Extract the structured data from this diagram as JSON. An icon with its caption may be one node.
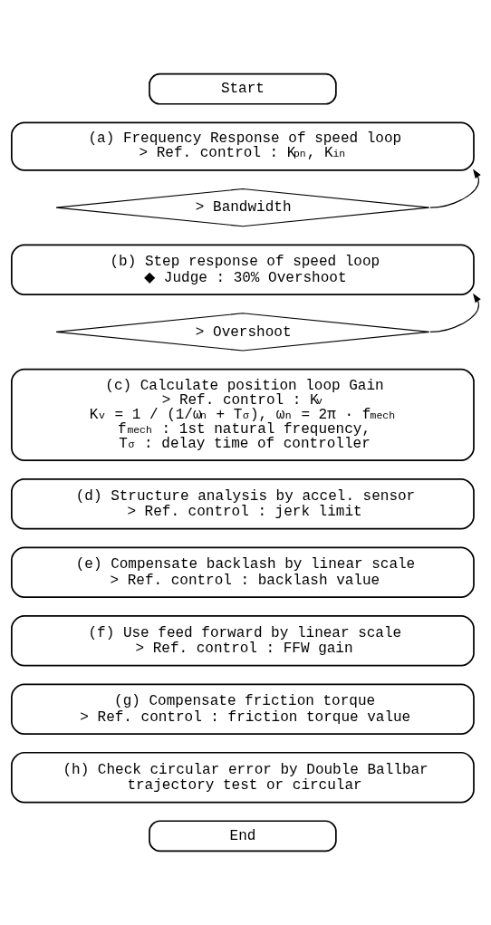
{
  "diagram": {
    "nodes": [
      {
        "text": [
          "Start"
        ]
      },
      {
        "text": [
          "(a) Frequency Response of speed loop",
          "> Ref. control : K$_{pn}$, K$_{in}$"
        ]
      },
      {
        "text": [
          "> Bandwidth"
        ]
      },
      {
        "text": [
          "(b) Step response of speed loop",
          "◆ Judge : 30% Overshoot"
        ]
      },
      {
        "text": [
          "> Overshoot"
        ]
      },
      {
        "text": [
          "(c) Calculate position loop Gain",
          "> Ref. control : K$_{v}$",
          "K$_{v}$ = 1 / (1/ω$_{n}$ + T$_{σ}$), ω$_{n}$ = 2π · f$_{mech}$",
          "f$_{mech}$ : 1st natural frequency,",
          "T$_{σ}$ : delay time of controller"
        ]
      },
      {
        "text": [
          "(d) Structure analysis by accel. sensor",
          "> Ref. control : jerk limit"
        ]
      },
      {
        "text": [
          "(e) Compensate backlash by linear scale",
          "> Ref. control : backlash value"
        ]
      },
      {
        "text": [
          "(f) Use feed forward by linear scale",
          "> Ref. control : FFW gain"
        ]
      },
      {
        "text": [
          "(g) Compensate friction torque",
          "> Ref. control : friction torque value"
        ]
      },
      {
        "text": [
          "(h) Check circular error by Double Ballbar trajectory test or circular"
        ]
      },
      {
        "text": [
          "End"
        ]
      }
    ],
    "edges": [
      {
        "from": 2,
        "to": 1,
        "arrow": "to"
      },
      {
        "from": 4,
        "to": 3,
        "arrow": "to"
      }
    ]
  }
}
